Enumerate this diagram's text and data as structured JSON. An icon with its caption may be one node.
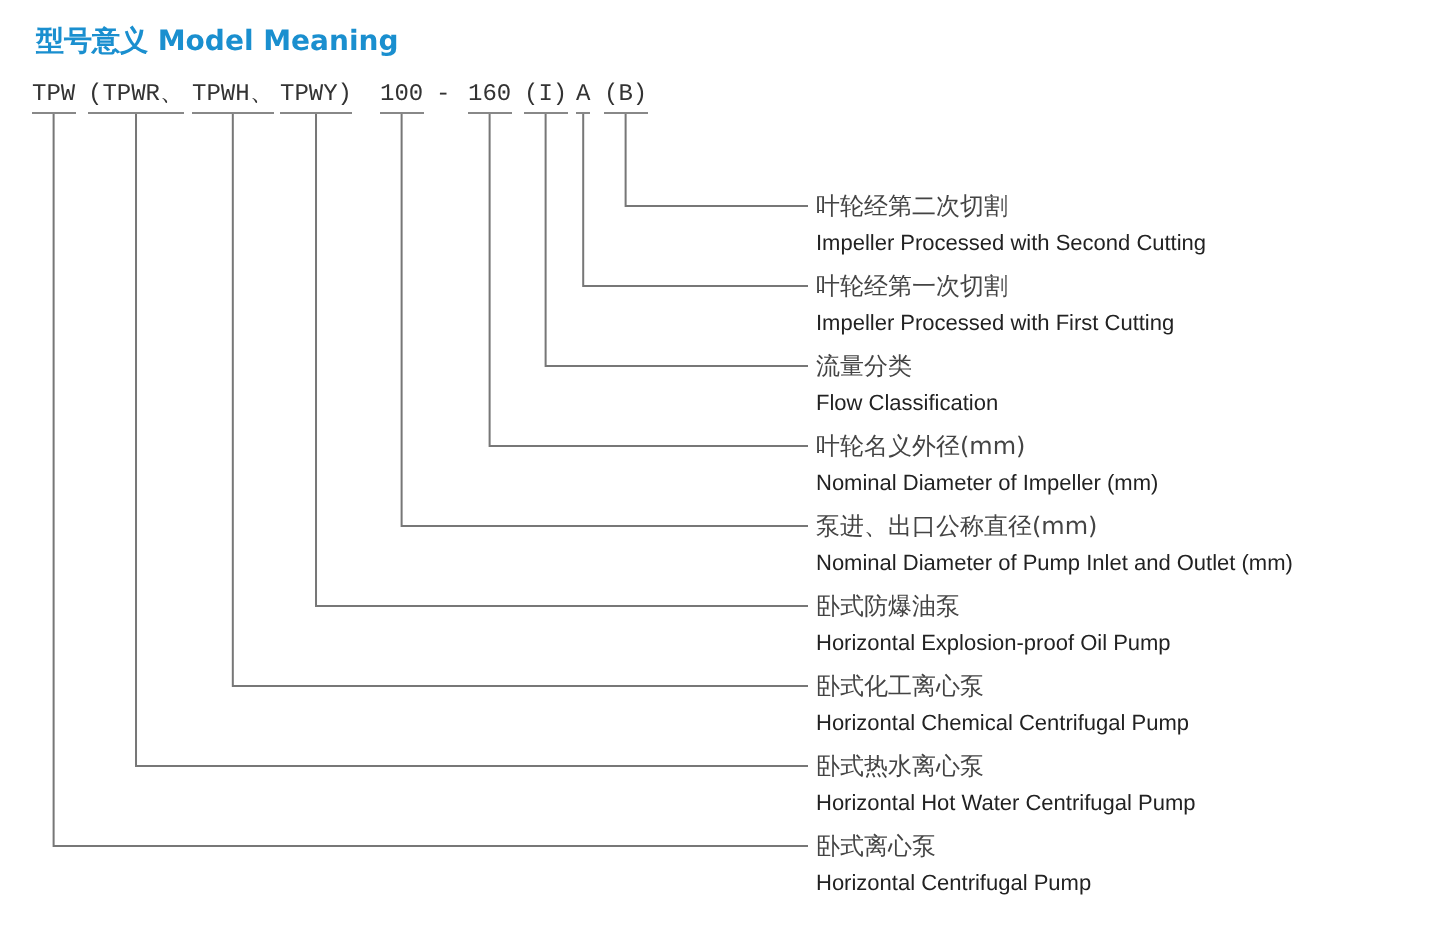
{
  "diagram": {
    "title": "型号意义 Model Meaning",
    "nodes": [
      {
        "text": [
          "TPW"
        ]
      },
      {
        "text": [
          "(TPWR、"
        ]
      },
      {
        "text": [
          "TPWH、"
        ]
      },
      {
        "text": [
          "TPWY)"
        ]
      },
      {
        "text": [
          "100"
        ]
      },
      {
        "text": [
          "160"
        ]
      },
      {
        "text": [
          "(I)"
        ]
      },
      {
        "text": [
          "A"
        ]
      },
      {
        "text": [
          "(B)"
        ]
      },
      {
        "text": [
          "叶轮经第二次切割",
          "Impeller Processed with Second Cutting"
        ]
      },
      {
        "text": [
          "叶轮经第一次切割",
          "Impeller Processed with First Cutting"
        ]
      },
      {
        "text": [
          "流量分类",
          "Flow Classification"
        ]
      },
      {
        "text": [
          "叶轮名义外径(mm)",
          "Nominal Diameter of Impeller (mm)"
        ]
      },
      {
        "text": [
          "泵进、出口公称直径(mm)",
          "Nominal Diameter of Pump Inlet and Outlet (mm)"
        ]
      },
      {
        "text": [
          "卧式防爆油泵",
          "Horizontal Explosion-proof Oil Pump"
        ]
      },
      {
        "text": [
          "卧式化工离心泵",
          "Horizontal Chemical Centrifugal Pump"
        ]
      },
      {
        "text": [
          "卧式热水离心泵",
          "Horizontal Hot Water Centrifugal Pump"
        ]
      },
      {
        "text": [
          "卧式离心泵",
          "Horizontal Centrifugal Pump"
        ]
      }
    ],
    "edges": [
      {
        "from": 0,
        "to": 17,
        "arrow": "none"
      },
      {
        "from": 1,
        "to": 16,
        "arrow": "none"
      },
      {
        "from": 2,
        "to": 15,
        "arrow": "none"
      },
      {
        "from": 3,
        "to": 14,
        "arrow": "none"
      },
      {
        "from": 4,
        "to": 13,
        "arrow": "none"
      },
      {
        "from": 5,
        "to": 12,
        "arrow": "none"
      },
      {
        "from": 6,
        "to": 11,
        "arrow": "none"
      },
      {
        "from": 7,
        "to": 10,
        "arrow": "none"
      },
      {
        "from": 8,
        "to": 9,
        "arrow": "none"
      }
    ],
    "labels": [
      "-"
    ]
  }
}
